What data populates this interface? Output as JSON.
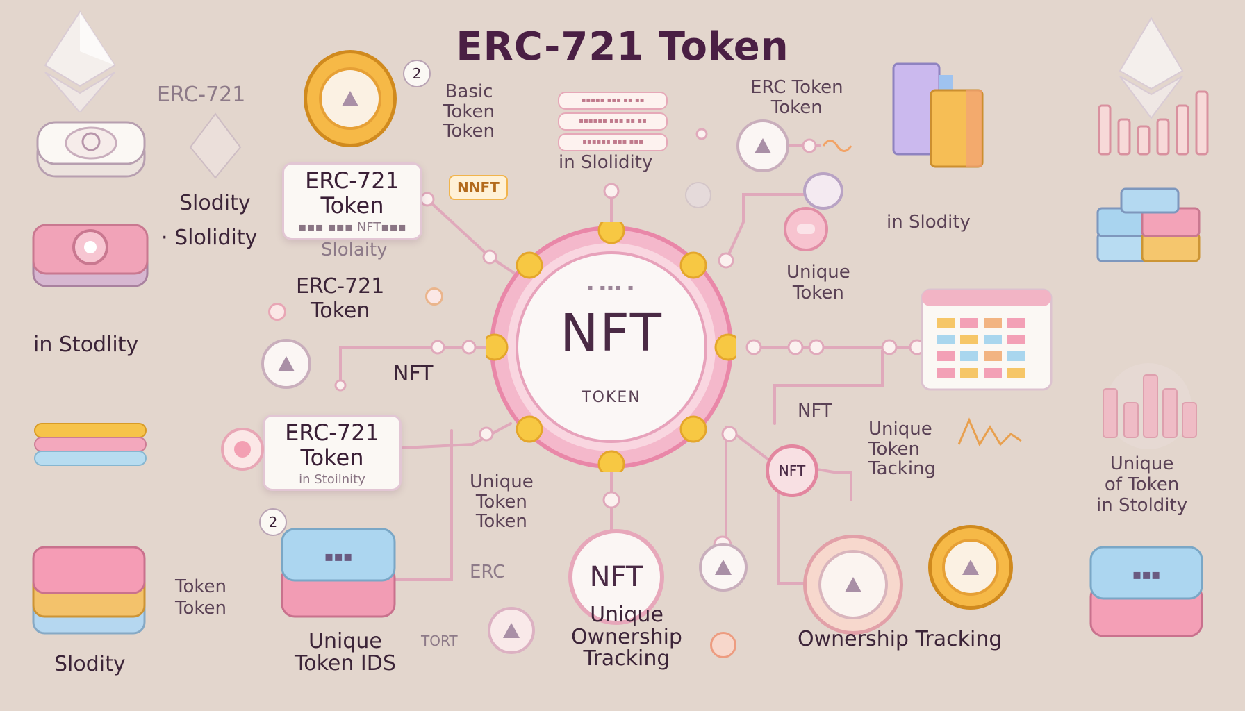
{
  "title": "ERC-721 Token",
  "hub": {
    "main": "NFT",
    "sub": "TOKEN",
    "top_text": "▪ ▪▪▪ ▪"
  },
  "cards": [
    {
      "main": "ERC-721\nToken",
      "sub": "▪▪▪ ▪▪▪ NFT▪▪▪"
    },
    {
      "main": "ERC-721\nToken",
      "sub": "in Stoilnity"
    }
  ],
  "badges": {
    "nnft": "NNFT",
    "nft_coin": "NFT",
    "nft_circle": "NFT"
  },
  "numbers": {
    "top": "2",
    "bottom": "2"
  },
  "pills": [
    "▪▪▪▪▪ ▪▪▪ ▪▪ ▪▪",
    "▪▪▪▪▪▪ ▪▪▪ ▪▪ ▪▪",
    "▪▪▪▪▪▪ ▪▪▪ ▪▪▪"
  ],
  "labels": {
    "erc721_top_left": "ERC-721",
    "slodity_1": "Slodity",
    "slolidity_2": "· Slolidity",
    "in_stodlity_left": "in Stodlity",
    "basic_token": "Basic\nToken\nToken",
    "in_slolidity_top": "in Slolidity",
    "slolaity": "Slolaity",
    "erc721_mid": "ERC-721\nToken",
    "nft_left": "NFT",
    "erc_token_top_right": "ERC Token\nToken",
    "in_slodity_right": "in Slodity",
    "unique_token_right": "Unique\nToken",
    "nft_right": "NFT",
    "unique_token_tacking": "Unique\nToken\nTacking",
    "unique_token_token": "Unique\nToken\nToken",
    "erc_bottom": "ERC",
    "tort": "TORT",
    "unique_ownership": "Unique\nOwnership\nTracking",
    "ownership_tracking": "Ownership Tracking",
    "unique_token_ids": "Unique\nToken IDS",
    "token_token": "Token\nToken",
    "slodity_bottom": "Slodity",
    "right_unique": "Unique\nof  Token\nin Stoldity"
  },
  "colors": {
    "background": "#e3d6cd",
    "hub_ring": "#f0a3bd",
    "node": "#f7c843",
    "accent_pink": "#f2a0b7",
    "accent_blue": "#a9d6ee",
    "accent_orange": "#f3b24d"
  }
}
